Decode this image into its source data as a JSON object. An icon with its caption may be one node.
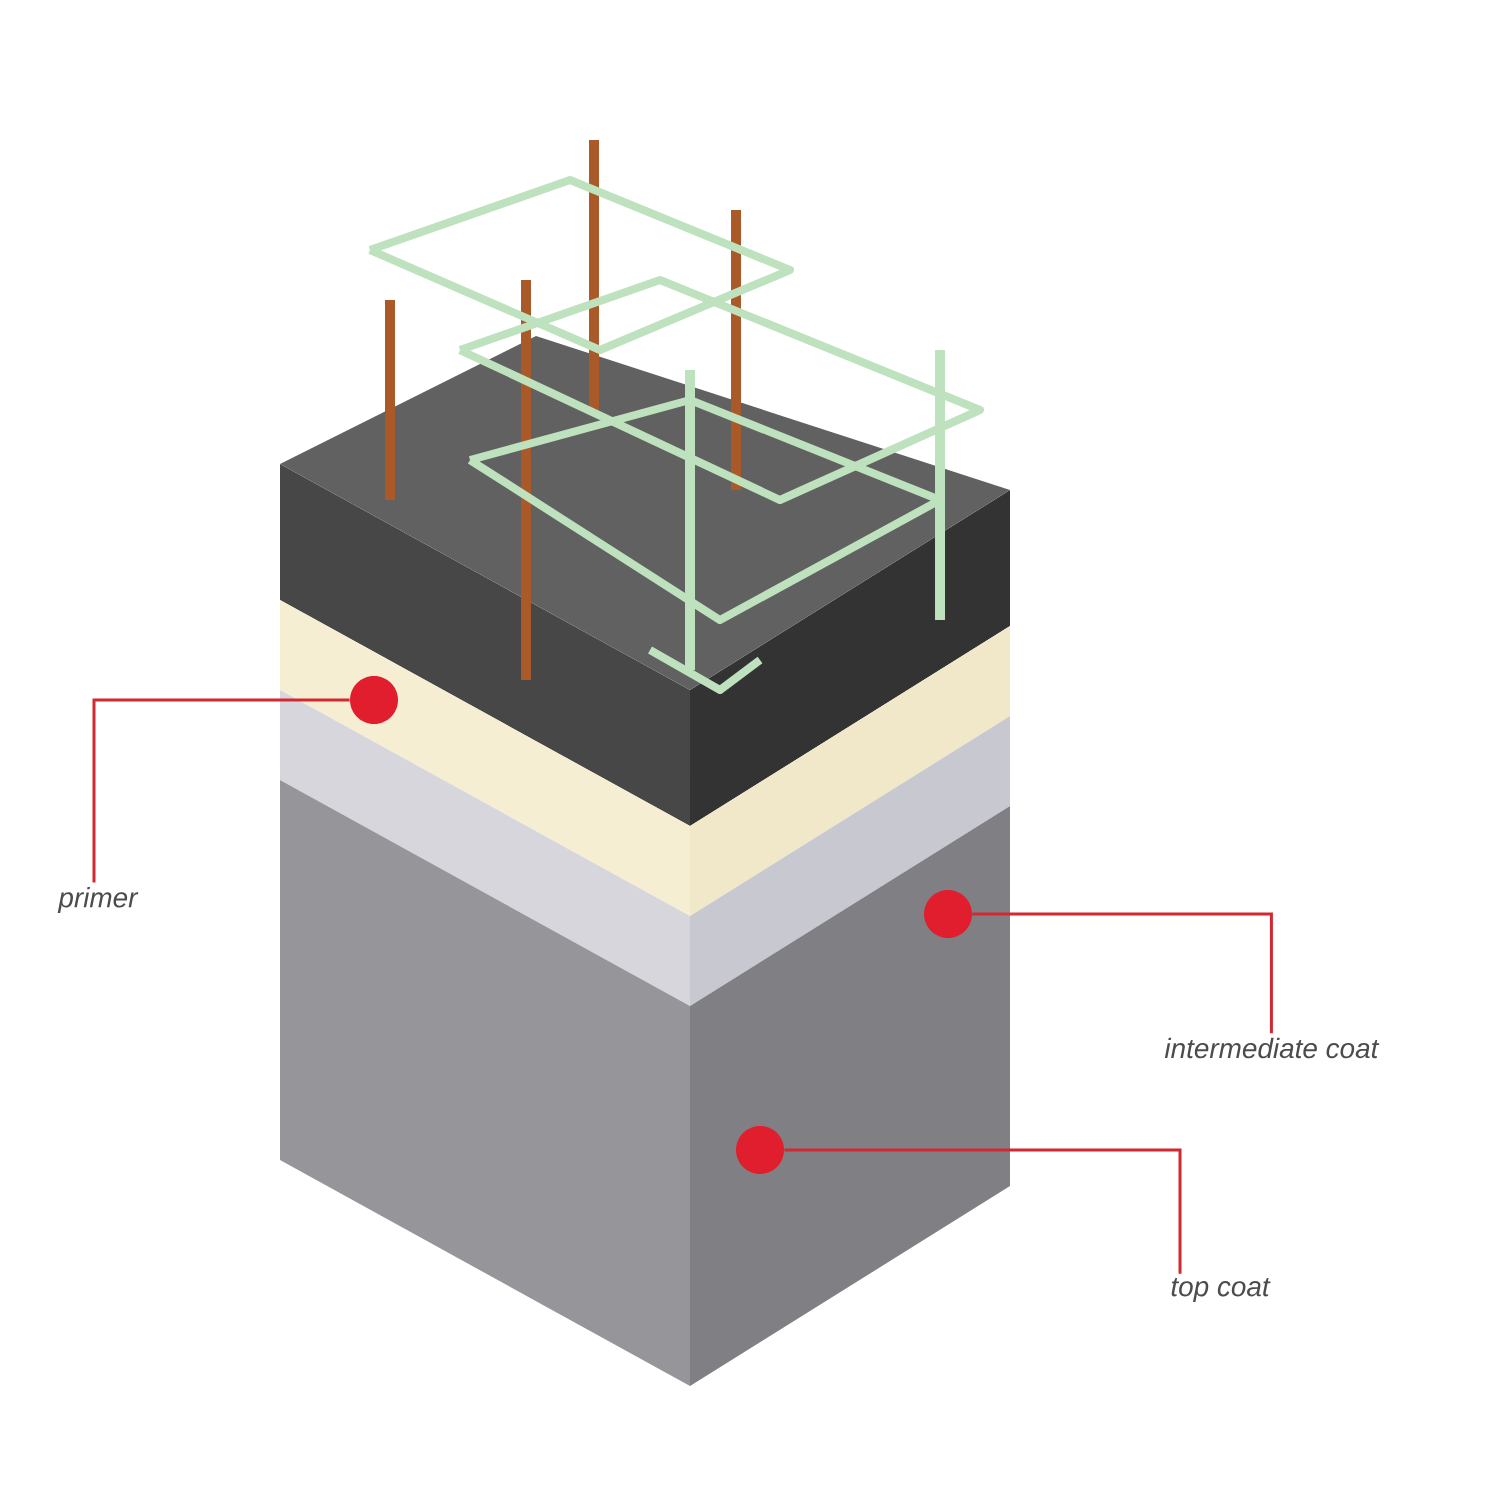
{
  "diagram": {
    "nodes": [
      {
        "text": [
          "primer"
        ]
      },
      {
        "text": [
          "intermediate coat"
        ]
      },
      {
        "text": [
          "top coat"
        ]
      },
      {
        "text": [],
        "shape": "circle"
      },
      {
        "text": [],
        "shape": "circle"
      },
      {
        "text": [],
        "shape": "circle"
      }
    ],
    "edges": [
      {
        "from": 0,
        "to": 3,
        "arrow": "none"
      },
      {
        "from": 1,
        "to": 4,
        "arrow": "none"
      },
      {
        "from": 2,
        "to": 5,
        "arrow": "none"
      }
    ]
  }
}
